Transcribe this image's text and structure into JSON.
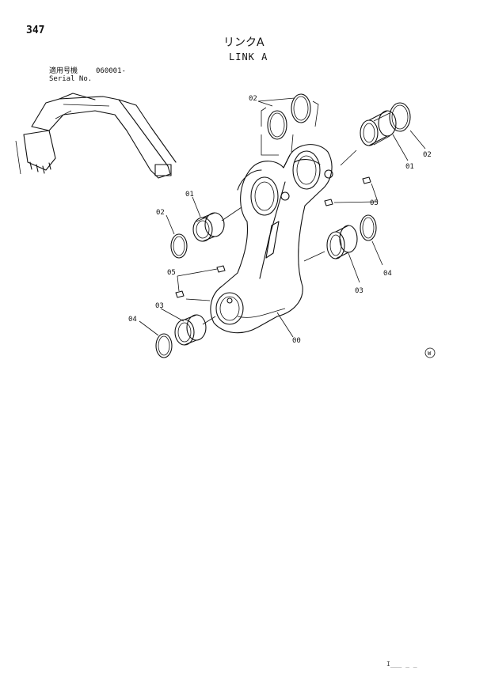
{
  "page": {
    "number": "347"
  },
  "title": {
    "japanese": "リンクA",
    "english": "LINK A"
  },
  "serial": {
    "label_jp": "適用号機",
    "value": "060001-",
    "label_en": "Serial No."
  },
  "part_labels": {
    "p00": "00",
    "p01_right": "01",
    "p01_left": "01",
    "p02_top": "02",
    "p02_right": "02",
    "p02_left": "02",
    "p03_right": "03",
    "p03_left": "03",
    "p04_right": "04",
    "p04_left": "04",
    "p05_right": "05",
    "p05_left": "05"
  },
  "marks": {
    "symbol": "W"
  },
  "footer": {
    "code": "I___ _ _"
  },
  "colors": {
    "ink": "#111111",
    "paper": "#ffffff"
  }
}
